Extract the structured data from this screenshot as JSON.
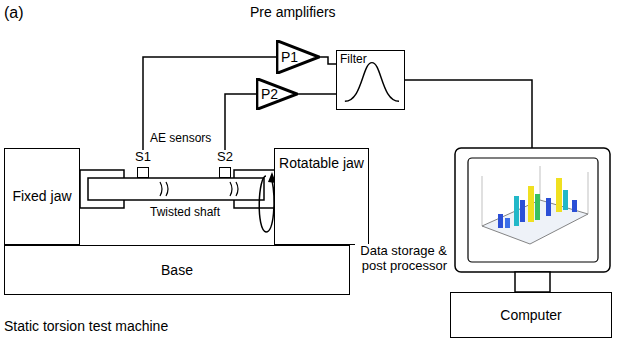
{
  "diagram": {
    "nodes": [
      {
        "text": [
          "P1"
        ]
      },
      {
        "text": [
          "P2"
        ]
      },
      {
        "text": [
          "Filter"
        ]
      },
      {
        "text": [
          "S1"
        ]
      },
      {
        "text": [
          "S2"
        ]
      },
      {
        "text": [
          "Fixed jaw"
        ]
      },
      {
        "text": [
          "Rotatable jaw"
        ]
      },
      {
        "text": [
          "Base"
        ]
      },
      {
        "text": [
          "Computer"
        ]
      }
    ],
    "edges": [
      {
        "from": 3,
        "to": 0,
        "arrow": "none"
      },
      {
        "from": 4,
        "to": 1,
        "arrow": "none"
      },
      {
        "from": 0,
        "to": 2,
        "arrow": "none"
      },
      {
        "from": 1,
        "to": 2,
        "arrow": "none"
      }
    ],
    "labels": [
      "(a)",
      "Pre amplifiers",
      "AE sensors",
      "Twisted shaft",
      "Data storage & post processor",
      "Static torsion test machine"
    ]
  }
}
